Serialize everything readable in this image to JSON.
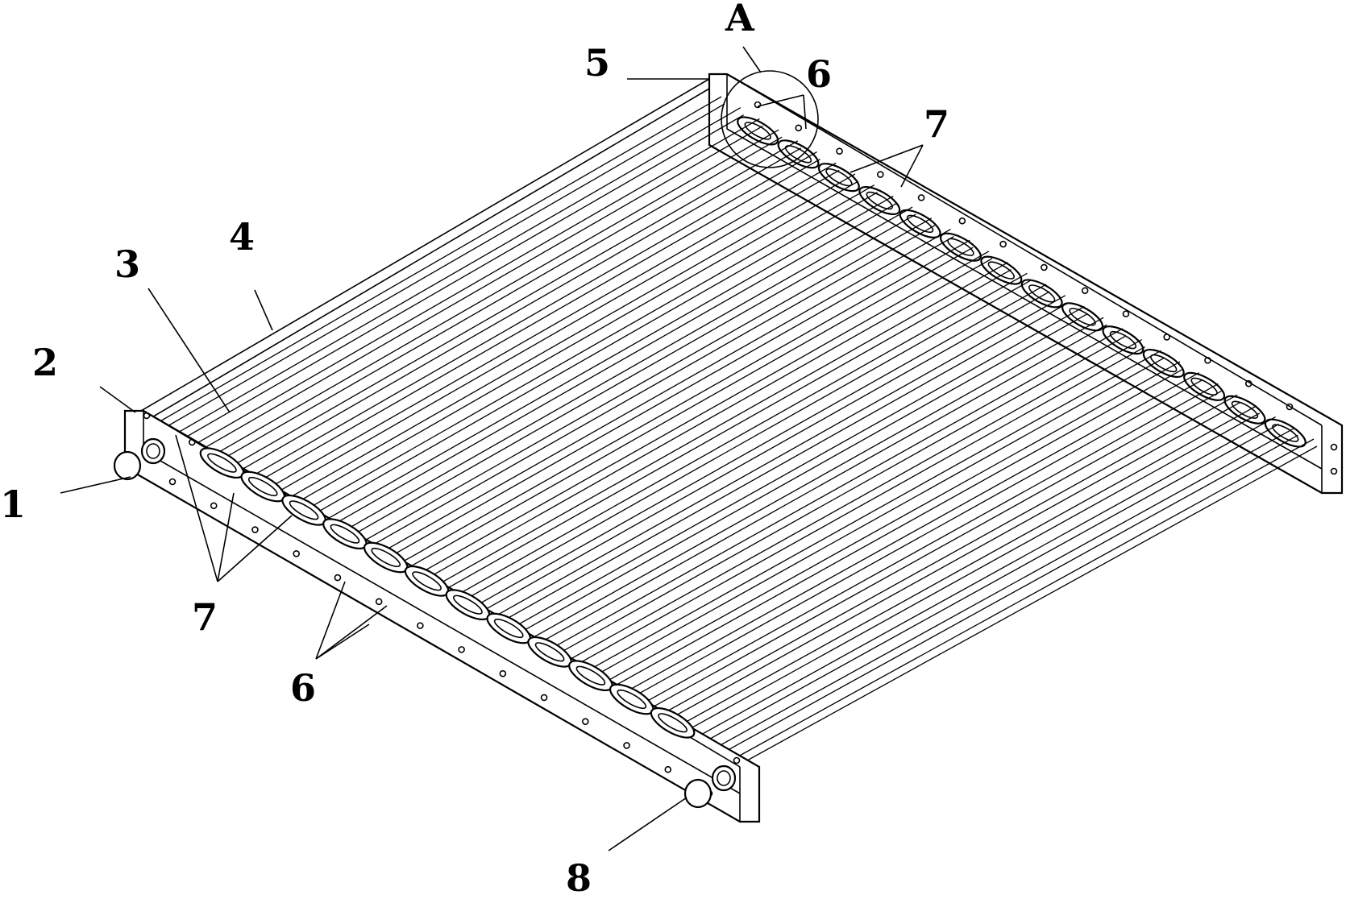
{
  "figure": {
    "labels": {
      "callout_1": "1",
      "callout_2": "2",
      "callout_3": "3",
      "callout_4": "4",
      "callout_5": "5",
      "callout_6_top": "6",
      "callout_6_bottom": "6",
      "callout_7_top": "7",
      "callout_7_bottom": "7",
      "callout_8": "8",
      "callout_A": "A"
    }
  }
}
